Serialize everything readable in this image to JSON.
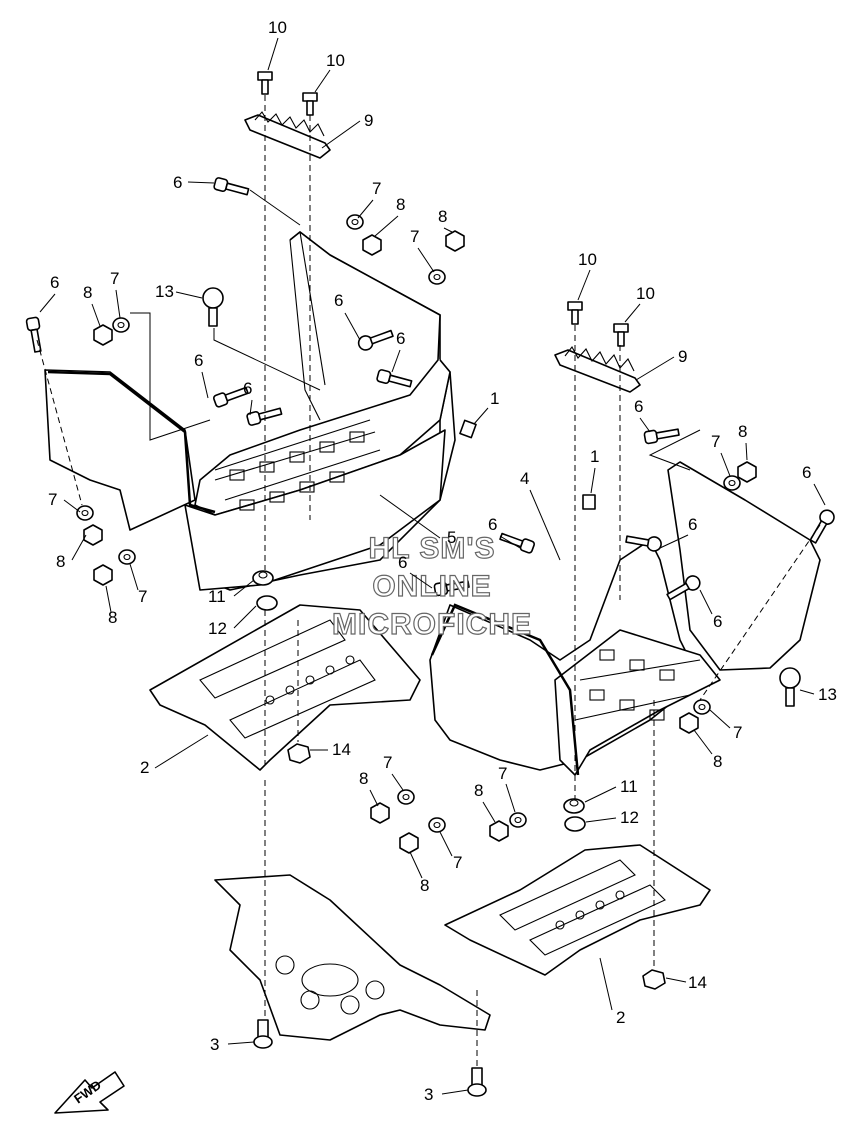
{
  "watermark": {
    "line1": "HL SM'S",
    "line2": "ONLINE",
    "line3": "MICROFICHE"
  },
  "fwd_label": "FWD",
  "callouts": {
    "c10a": "10",
    "c10b": "10",
    "c9a": "9",
    "c6a": "6",
    "c7a": "7",
    "c8a": "8",
    "c8b": "8",
    "c7b": "7",
    "c6b": "6",
    "c8c": "8",
    "c7c": "7",
    "c13a": "13",
    "c6c": "6",
    "c6d": "6",
    "c6e": "6",
    "c1a": "1",
    "c7d": "7",
    "c8d": "8",
    "c7e": "7",
    "c8e": "8",
    "c5": "5",
    "c11a": "11",
    "c12a": "12",
    "c2a": "2",
    "c14a": "14",
    "c3a": "3",
    "c3b": "3",
    "c10c": "10",
    "c10d": "10",
    "c9b": "9",
    "c6f": "6",
    "c7f": "7",
    "c8f": "8",
    "c6g": "6",
    "c1b": "1",
    "c4": "4",
    "c6h": "6",
    "c6i": "6",
    "c6j": "6",
    "c6k": "6",
    "c13b": "13",
    "c7g": "7",
    "c8g": "8",
    "c7h": "7",
    "c8h": "8",
    "c7i": "7",
    "c8i": "8",
    "c7j": "7",
    "c8j": "8",
    "c11b": "11",
    "c12b": "12",
    "c2b": "2",
    "c14b": "14"
  }
}
